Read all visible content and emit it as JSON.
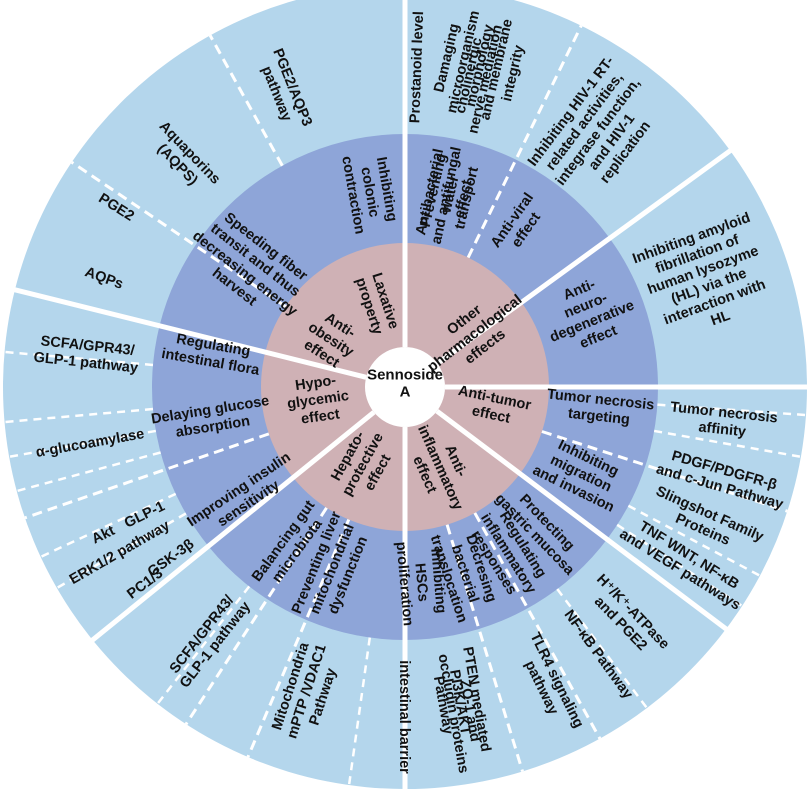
{
  "center": {
    "lines": [
      "Sennoside",
      "A"
    ]
  },
  "colors": {
    "center": "#ffffff",
    "inner_ring": "#cfb1b5",
    "middle_ring": "#8ea5d8",
    "outer_ring": "#b4d6ec",
    "separator": "#ffffff"
  },
  "categories": [
    {
      "id": "laxative",
      "label": [
        "Laxative",
        "property"
      ],
      "effects": [
        {
          "label": [
            "Inhibiting",
            "colonic",
            "contraction"
          ],
          "mechanisms": [
            [
              "Prostanoid level"
            ],
            [
              "cholinergic",
              "nerve mediation"
            ]
          ]
        },
        {
          "label": [
            "Preventing",
            "water",
            "transport"
          ],
          "mechanisms": [
            [
              "PGE2/AQP3",
              "pathway"
            ],
            [
              "Aquaporins",
              "(AQPS)"
            ]
          ]
        }
      ]
    },
    {
      "id": "anti-obesity",
      "label": [
        "Anti-",
        "obesity",
        "effect"
      ],
      "effects": [
        {
          "label": [
            "Speeding fiber",
            "transit and thus",
            "decreasing energy",
            "harvest"
          ],
          "mechanisms": [
            [
              "PGE2"
            ],
            [
              "AQPs"
            ]
          ]
        },
        {
          "label": [
            "Regulating",
            "intestinal flora"
          ],
          "mechanisms": [
            [
              "SCFA/GPR43/",
              "GLP-1 pathway"
            ]
          ]
        }
      ]
    },
    {
      "id": "hypoglycemic",
      "label": [
        "Hypo-",
        "glycemic",
        "effect"
      ],
      "effects": [
        {
          "label": [
            "Delaying glucose",
            "absorption"
          ],
          "mechanisms": [
            [
              "α-glucoamylase"
            ]
          ]
        },
        {
          "label": [
            "Improving insulin",
            "sensitivity"
          ],
          "mechanisms": [
            [
              "ERK1/2 pathway"
            ],
            [
              "GLP-1"
            ],
            [
              "PC1/3"
            ],
            [
              "Akt"
            ],
            [
              "GSK-3β"
            ]
          ]
        },
        {
          "label": [
            "Balancing gut",
            "microbiota"
          ],
          "mechanisms": [
            [
              "SCFA/GPR43/",
              "GLP-1 pathway"
            ]
          ]
        }
      ]
    },
    {
      "id": "hepatoprotective",
      "label": [
        "Hepato-",
        "protective",
        "effect"
      ],
      "effects": [
        {
          "label": [
            "Preventing liver",
            "mitochondrial",
            "dysfunction"
          ],
          "mechanisms": [
            [
              "Mitochondria",
              "mPTP /VDAC1",
              "Pathway"
            ]
          ]
        },
        {
          "label": [
            "Inhibiting",
            "HSCs",
            "proliferation"
          ],
          "mechanisms": [
            [
              "PTEN mediated",
              "PI3K/AKT",
              "Pathway"
            ]
          ]
        }
      ]
    },
    {
      "id": "anti-inflammatory",
      "label": [
        "Anti-",
        "inflammatory",
        "effect"
      ],
      "effects": [
        {
          "label": [
            "Decresing",
            "bacterial",
            "translocation"
          ],
          "mechanisms": [
            [
              "ZO-1 and",
              "occludin proteins"
            ],
            [
              "intestinal barrier"
            ]
          ]
        },
        {
          "label": [
            "Regulating",
            "inflammatory",
            "responses"
          ],
          "mechanisms": [
            [
              "TLR4 signaling",
              "pathway"
            ],
            [
              "NF-κB Pathway"
            ]
          ]
        },
        {
          "label": [
            "Protecting",
            "gastric mucosa"
          ],
          "mechanisms": [
            [
              "H⁺/K⁺-ATPase",
              "and PGE2"
            ]
          ]
        }
      ]
    },
    {
      "id": "anti-tumor",
      "label": [
        "Anti-tumor",
        "effect"
      ],
      "effects": [
        {
          "label": [
            "Tumor necrosis",
            "targeting"
          ],
          "mechanisms": [
            [
              "Tumor necrosis",
              "affinity"
            ]
          ]
        },
        {
          "label": [
            "Inhibiting",
            "migration",
            "and invasion"
          ],
          "mechanisms": [
            [
              "PDGF/PDGFR-β",
              "and c-Jun Pathway"
            ],
            [
              "Slingshot Family",
              "Proteins"
            ],
            [
              "TNF WNT, NF-κB",
              "and VEGF pathways"
            ]
          ]
        }
      ]
    },
    {
      "id": "other",
      "label": [
        "Other",
        "pharmacological",
        "effects"
      ],
      "effects": [
        {
          "label": [
            "Antibacterial",
            "and antifungal",
            "effect"
          ],
          "mechanisms": [
            [
              "Damaging",
              "microorganism",
              "morphology",
              "and membrane",
              "integrity"
            ]
          ]
        },
        {
          "label": [
            "Anti-viral",
            "effect"
          ],
          "mechanisms": [
            [
              "Inhibiting HIV-1 RT-",
              "related activities,",
              "integrase function,",
              "and HIV-1",
              "replication"
            ]
          ]
        },
        {
          "label": [
            "Anti-",
            "neuro-",
            "degenerative",
            "effect"
          ],
          "mechanisms": [
            [
              "Inhibiting amyloid",
              "fibrillation of",
              "human lysozyme",
              "(HL) via the",
              "interaction with",
              "HL"
            ]
          ]
        }
      ]
    }
  ]
}
